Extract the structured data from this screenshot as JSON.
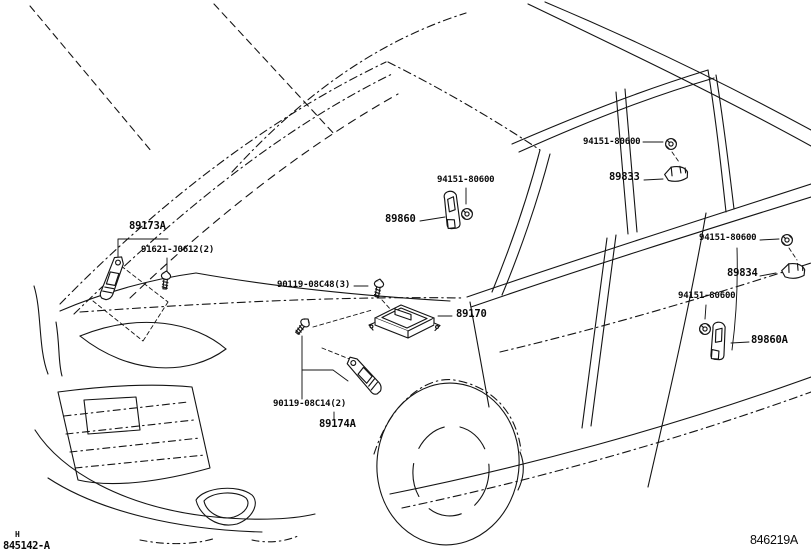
{
  "colors": {
    "ink": "#141414",
    "background": "#ffffff"
  },
  "labels": [
    {
      "part_id": "89173A",
      "text": "89173A",
      "kind": "part"
    },
    {
      "part_id": "91621-J0612",
      "text": "91621-J0612(2)",
      "kind": "fastener"
    },
    {
      "part_id": "90119-08C48",
      "text": "90119-08C48(3)",
      "kind": "fastener"
    },
    {
      "part_id": "89860",
      "text": "89860",
      "kind": "part"
    },
    {
      "part_id": "94151-80600",
      "text": "94151-80600",
      "kind": "fastener"
    },
    {
      "part_id": "94151-80600",
      "text": "94151-80600",
      "kind": "fastener"
    },
    {
      "part_id": "89833",
      "text": "89833",
      "kind": "part"
    },
    {
      "part_id": "94151-80600",
      "text": "94151-80600",
      "kind": "fastener"
    },
    {
      "part_id": "89834",
      "text": "89834",
      "kind": "part"
    },
    {
      "part_id": "94151-80600",
      "text": "94151-80600",
      "kind": "fastener"
    },
    {
      "part_id": "89860A",
      "text": "89860A",
      "kind": "part"
    },
    {
      "part_id": "89170",
      "text": "89170",
      "kind": "part"
    },
    {
      "part_id": "90119-08C14",
      "text": "90119-08C14(2)",
      "kind": "fastener"
    },
    {
      "part_id": "89174A",
      "text": "89174A",
      "kind": "part"
    }
  ],
  "footer": {
    "revision_mark": "H",
    "page_code": "845142-A",
    "diagram_code": "846219A"
  }
}
